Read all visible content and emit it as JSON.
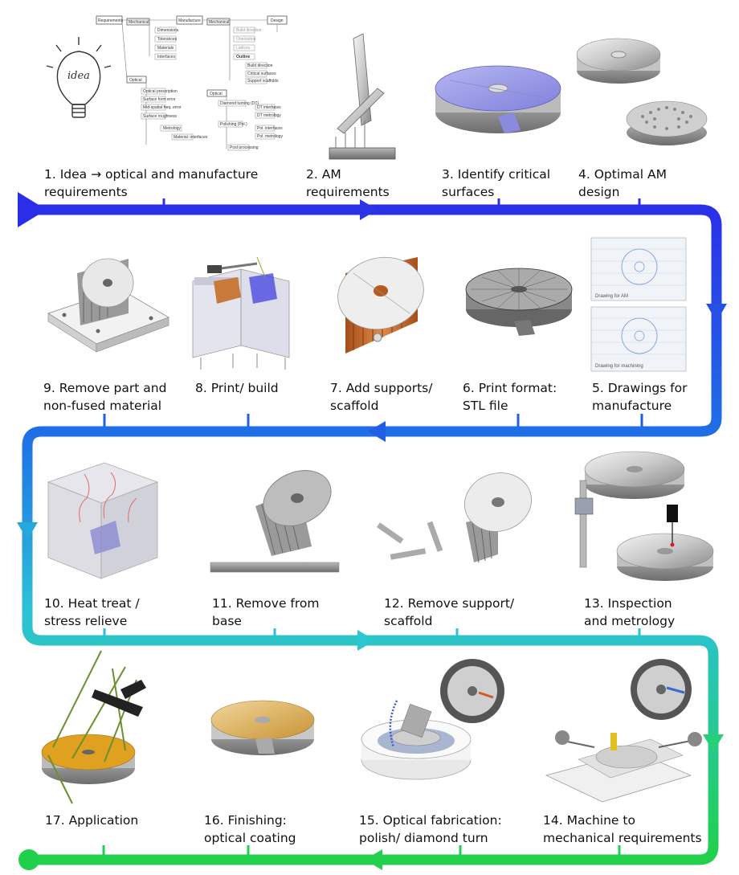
{
  "steps": [
    {
      "number": 1,
      "lines": [
        "1. Idea → optical and manufacture",
        "requirements"
      ],
      "icon": "idea-lightbulb-flowchart-icon"
    },
    {
      "number": 2,
      "lines": [
        "2. AM",
        "requirements"
      ],
      "icon": "am-part-orientation-icon"
    },
    {
      "number": 3,
      "lines": [
        "3. Identify critical",
        "surfaces"
      ],
      "icon": "critical-surfaces-mirror-icon"
    },
    {
      "number": 4,
      "lines": [
        "4. Optimal AM",
        "design"
      ],
      "icon": "lattice-mirror-design-icon"
    },
    {
      "number": 5,
      "lines": [
        "5. Drawings for",
        "manufacture"
      ],
      "icon": "technical-drawings-icon"
    },
    {
      "number": 6,
      "lines": [
        "6. Print format:",
        "STL file"
      ],
      "icon": "stl-mesh-mirror-icon"
    },
    {
      "number": 7,
      "lines": [
        "7. Add supports/",
        "scaffold"
      ],
      "icon": "support-scaffold-icon"
    },
    {
      "number": 8,
      "lines": [
        "8. Print/ build"
      ],
      "icon": "powder-bed-printer-icon"
    },
    {
      "number": 9,
      "lines": [
        "9. Remove part and",
        "non-fused material"
      ],
      "icon": "part-on-build-plate-icon"
    },
    {
      "number": 10,
      "lines": [
        "10. Heat treat /",
        "stress relieve"
      ],
      "icon": "heat-treatment-furnace-icon"
    },
    {
      "number": 11,
      "lines": [
        "11. Remove from",
        "base"
      ],
      "icon": "part-removed-from-base-icon"
    },
    {
      "number": 12,
      "lines": [
        "12. Remove support/",
        "scaffold"
      ],
      "icon": "supports-removed-icon"
    },
    {
      "number": 13,
      "lines": [
        "13. Inspection",
        "and metrology"
      ],
      "icon": "caliper-probe-metrology-icon"
    },
    {
      "number": 14,
      "lines": [
        "14. Machine to",
        "mechanical requirements"
      ],
      "icon": "machining-vice-icon"
    },
    {
      "number": 15,
      "lines": [
        "15. Optical fabrication:",
        "polish/ diamond turn"
      ],
      "icon": "polishing-diamond-turn-icon"
    },
    {
      "number": 16,
      "lines": [
        "16. Finishing:",
        "optical coating"
      ],
      "icon": "coated-mirror-icon"
    },
    {
      "number": 17,
      "lines": [
        "17. Application"
      ],
      "icon": "telescope-mirror-application-icon"
    }
  ],
  "flowchart": {
    "top_nodes": [
      "Requirements",
      "Manufacture",
      "Design"
    ],
    "group_nodes": [
      "Mechanical",
      "Optical"
    ],
    "mechanical_items": [
      "Dimensions",
      "Tolerances",
      "Materials",
      "Interfaces"
    ],
    "optical_items": [
      "Optical prescription",
      "Surface form error",
      "Mid-spatial freq. error",
      "Surface roughness",
      "Metrology",
      "Material: interfaces"
    ],
    "manufacture_items": [
      "Mechanical",
      "Optical"
    ],
    "manufacture_mech_items": [
      "Build direction",
      "Orientation",
      "Lattices",
      "Outline",
      "Build direction",
      "Critical surfaces",
      "Support scaffolds"
    ],
    "manufacture_opt_items": [
      "Diamond turning (DT)",
      "Polishing (Pol.)",
      "Post processing",
      "DT interfaces",
      "DT metrology",
      "Pol. interfaces",
      "Pol. metrology"
    ]
  },
  "drawings": {
    "am_label": "Drawing for AM",
    "machining_label": "Drawing for machining"
  },
  "colors": {
    "flow_top": "#2a2ee8",
    "flow_mid": "#1e9ee0",
    "flow_teal": "#2ad0c8",
    "flow_bottom": "#22d04a",
    "mirror_blue": "#9a9ae8",
    "coating_gold": "#e0b050",
    "support_copper": "#c86a2a"
  }
}
